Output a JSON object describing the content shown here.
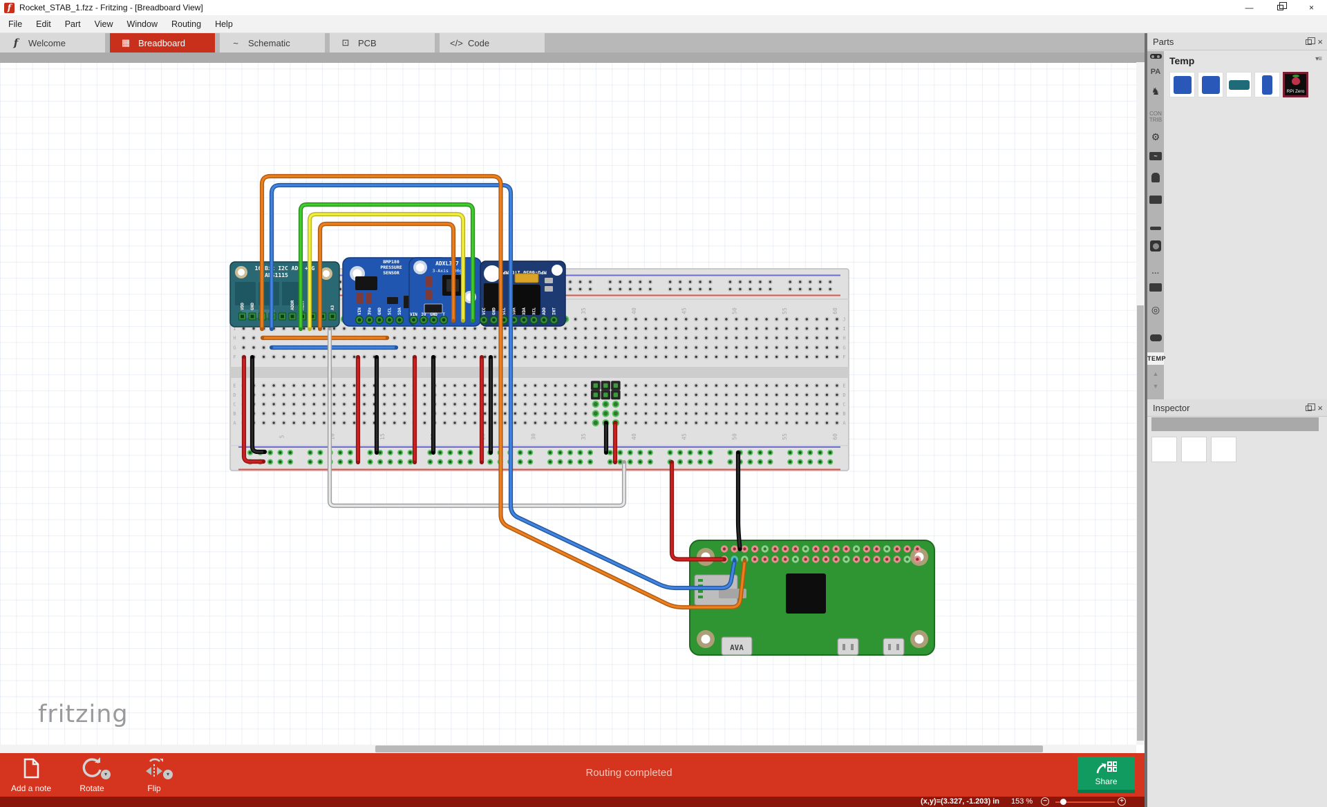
{
  "window": {
    "title": "Rocket_STAB_1.fzz - Fritzing - [Breadboard View]"
  },
  "menu": [
    "File",
    "Edit",
    "Part",
    "View",
    "Window",
    "Routing",
    "Help"
  ],
  "tabs": [
    {
      "label": "Welcome",
      "icon": "f",
      "icon_name": "fritzing-f-icon",
      "active": false
    },
    {
      "label": "Breadboard",
      "icon": "▦",
      "icon_name": "breadboard-icon",
      "active": true
    },
    {
      "label": "Schematic",
      "icon": "~",
      "icon_name": "schematic-icon",
      "active": false
    },
    {
      "label": "PCB",
      "icon": "⊡",
      "icon_name": "pcb-icon",
      "active": false
    },
    {
      "label": "Code",
      "icon": "</>",
      "icon_name": "code-icon",
      "active": false
    }
  ],
  "canvas": {
    "watermark": "fritzing",
    "breadboard": {
      "column_numbers": [
        5,
        10,
        15,
        20,
        25,
        30,
        35,
        40,
        45,
        50,
        55,
        60
      ],
      "row_letters_upper": [
        "J",
        "I",
        "H",
        "G",
        "F"
      ],
      "row_letters_lower": [
        "E",
        "D",
        "C",
        "B",
        "A"
      ]
    },
    "modules": {
      "ads1115": {
        "title1": "16 Bit I2C ADC +PG",
        "title2": "ADS1115",
        "pin_labels": [
          "VDD",
          "GND",
          "ADDR",
          "ALRT",
          "A3"
        ]
      },
      "bmp180": {
        "title": [
          "BMP180",
          "PRESSURE",
          "SENSOR"
        ],
        "pin_labels": [
          "VIN",
          "3Vo",
          "GND",
          "SCL",
          "SDA"
        ]
      },
      "adxl377": {
        "title": "ADXL377",
        "subtitle": "3-Axis 200g",
        "pin_labels": [
          "VIN",
          "3V",
          "GND",
          "T"
        ]
      },
      "mpu6050": {
        "title": "MPU-6050 ITG/MPU",
        "pin_labels": [
          "VCC",
          "GND",
          "SCL",
          "SDA",
          "XDA",
          "XCL",
          "ADO",
          "INT"
        ]
      }
    },
    "pi": {
      "name": "Raspberry Pi Zero"
    }
  },
  "parts_panel": {
    "title": "Parts",
    "section_title": "Temp",
    "section_menu": "▾≡",
    "contrib1": "CON",
    "contrib2": "TRIB",
    "temp_tab": "TEMP",
    "rpi_label": "RPi Zero",
    "bin_tabs": [
      {
        "name": "bin-goggles",
        "type": "goggles"
      },
      {
        "name": "bin-pa",
        "type": "text",
        "label": "PA"
      },
      {
        "name": "bin-knight",
        "type": "glyph",
        "label": "♞"
      },
      {
        "name": "bin-contrib",
        "type": "stack"
      },
      {
        "name": "bin-core",
        "type": "glyph",
        "label": "⚙"
      },
      {
        "name": "bin-ic-sine",
        "type": "chip",
        "label": "~"
      },
      {
        "name": "bin-mic",
        "type": "mic"
      },
      {
        "name": "bin-ic-logic",
        "type": "chip",
        "label": ""
      },
      {
        "name": "bin-resistor",
        "type": "bar"
      },
      {
        "name": "bin-button",
        "type": "button"
      },
      {
        "name": "bin-more",
        "type": "text",
        "label": "···"
      },
      {
        "name": "bin-ic-power",
        "type": "chip",
        "label": ""
      },
      {
        "name": "bin-antenna",
        "type": "glyph",
        "label": "◎"
      },
      {
        "name": "bin-motor",
        "type": "motor"
      }
    ],
    "items": [
      "imu-board-thumb",
      "accel-board-thumb",
      "adc-board-thumb",
      "sensor-board-thumb",
      "rpi-zero-thumb"
    ]
  },
  "inspector": {
    "title": "Inspector"
  },
  "toolbar": {
    "add_note": "Add a note",
    "rotate": "Rotate",
    "flip": "Flip",
    "routing_status": "Routing completed",
    "share": "Share"
  },
  "statusbar": {
    "coords": "(x,y)=(3.327, -1.203) in",
    "zoom_level": "153 %"
  },
  "colors": {
    "accent_red": "#c9301c",
    "toolbar_red": "#d5341f",
    "status_red": "#8a150b",
    "share_green": "#129b61",
    "board_blue": "#2156b0",
    "board_teal": "#2a6874",
    "board_navy": "#1d3b72",
    "pi_green": "#2f9432",
    "wire_orange": "#ec7f1e",
    "wire_blue": "#4285e0",
    "wire_green": "#43cc30",
    "wire_yellow": "#f2ef3f",
    "wire_red": "#cc2222",
    "wire_black": "#2b2b2b",
    "wire_white": "#e6e6e6"
  }
}
